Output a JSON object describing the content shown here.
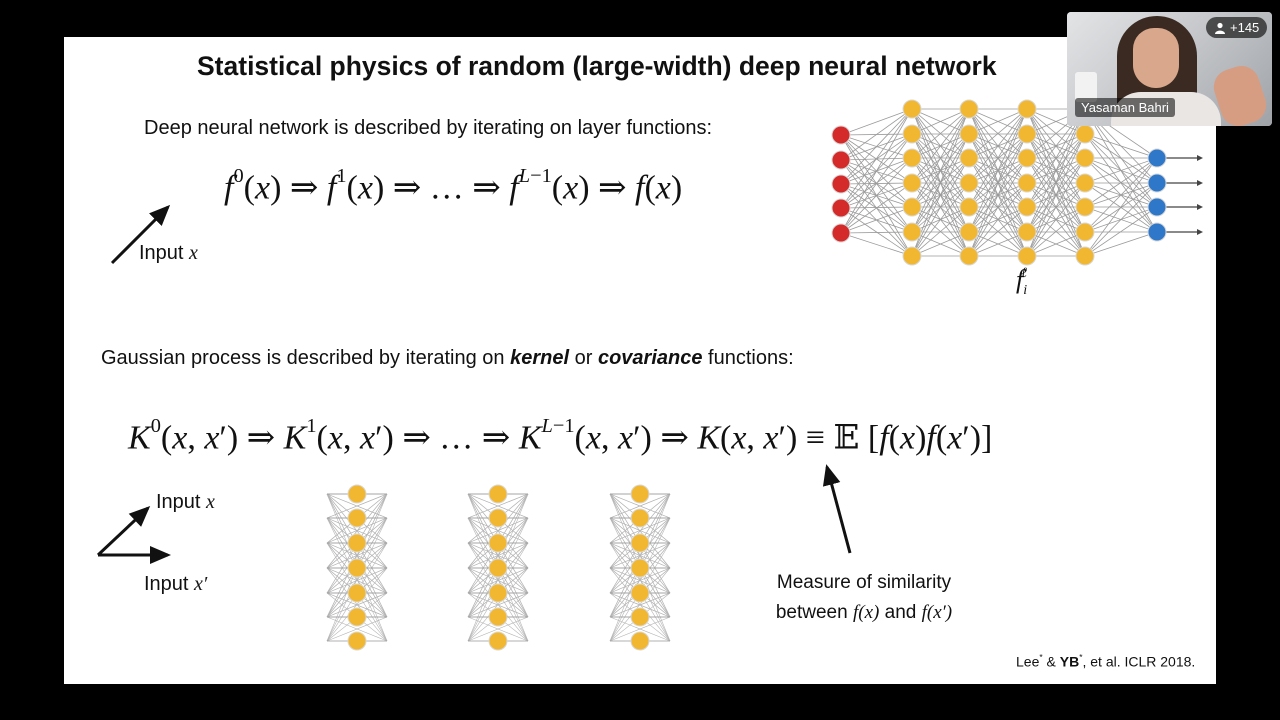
{
  "slide": {
    "title": "Statistical physics of random (large-width) deep neural network",
    "line1": "Deep neural network is described by iterating on layer functions:",
    "input_x_label": "Input",
    "input_x_var": "x",
    "line2_pre": "Gaussian process is described by iterating on ",
    "line2_kernel": "kernel",
    "line2_or": " or ",
    "line2_cov": "covariance",
    "line2_post": " functions:",
    "input_x2_label": "Input",
    "input_x2_var": "x",
    "input_xp_label": "Input",
    "input_xp_var": "x′",
    "measure_line1": "Measure of similarity",
    "measure_line2_pre": "between",
    "measure_fx": "f(x)",
    "measure_and": "and",
    "measure_fxp": "f(x′)",
    "net_label": "f",
    "net_label_sub": "i",
    "net_label_sup": "ℓ",
    "citation_pre": "Lee",
    "citation_yb": "YB",
    "citation_post": ", et al. ICLR 2018."
  },
  "video": {
    "participant_name": "Yasaman Bahri",
    "participant_count": "+145",
    "icon": "person-icon"
  },
  "colors": {
    "input_nodes": "#d42a2a",
    "hidden_nodes": "#f2b731",
    "output_nodes": "#2f77c9"
  }
}
